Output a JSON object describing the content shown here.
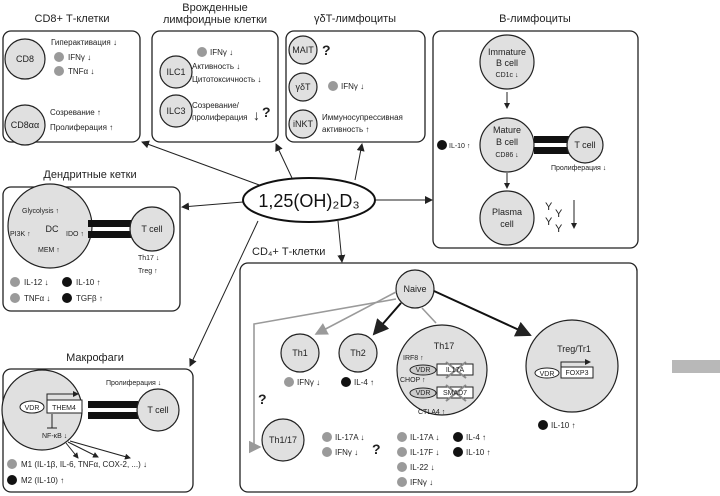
{
  "center": {
    "label": "1,25(OH)₂D₃"
  },
  "cd8": {
    "title": "CD8+ Т-клетки",
    "cell1": "CD8",
    "cell2": "CD8αα",
    "hyper": "Гиперактивация ↓",
    "ifn": "IFNγ ↓",
    "tnf": "TNFα ↓",
    "mat": "Созревание ↑",
    "prolif": "Пролиферация ↑"
  },
  "ilc": {
    "title1": "Врожденные",
    "title2": "лимфоидные клетки",
    "cell1": "ILC1",
    "cell2": "ILC3",
    "ifn": "IFNγ ↓",
    "act": "Активность ↓",
    "cyto": "Цитотоксичность ↓",
    "mat1": "Созревание/",
    "mat2": "пролиферация",
    "arrow": "↓",
    "q": "?"
  },
  "gd": {
    "title": "γδT-лимфоциты",
    "cell1": "MAIT",
    "cell2": "γδT",
    "cell3": "iNKT",
    "q": "?",
    "ifn": "IFNγ ↓",
    "supp1": "Иммуносупрессивная",
    "supp2": "активность ↑"
  },
  "b": {
    "title": "B-лимфоциты",
    "imm1": "Immature",
    "imm2": "B cell",
    "imm3": "CD1c ↓",
    "mat1": "Mature",
    "mat2": "B cell",
    "mat3": "CD86 ↓",
    "tcell": "T cell",
    "il10": "IL-10 ↑",
    "prolif": "Пролиферация ↓",
    "plasma1": "Plasma",
    "plasma2": "cell",
    "antibody": "Y"
  },
  "dc": {
    "title": "Дендритные кетки",
    "cell": "DC",
    "glyco": "Glycolysis ↑",
    "pi3k": "PI3K ↑",
    "ido": "IDO ↑",
    "mem": "MEM ↑",
    "tcell": "T cell",
    "th17": "Th17 ↓",
    "treg": "Treg ↑",
    "il12": "IL-12 ↓",
    "il10": "IL-10 ↑",
    "tnf": "TNFα ↓",
    "tgf": "TGFβ ↑"
  },
  "mac": {
    "title": "Макрофаги",
    "prolif": "Пролиферация ↓",
    "vdr": "VDR",
    "gene": "THEM4",
    "nfkb": "NF-κB ↓",
    "tcell": "T cell",
    "m1": "M1 (IL-1β, IL-6, TNFα, COX-2, ...) ↓",
    "m2": "M2 (IL-10) ↑"
  },
  "cd4": {
    "title": "CD₄+ Т-клетки",
    "naive": "Naive",
    "th1": "Th1",
    "th2": "Th2",
    "th17": "Th17",
    "treg": "Treg/Tr1",
    "th117": "Th1/17",
    "q": "?",
    "th1_ifn": "IFNγ ↓",
    "th2_il4": "IL-4 ↑",
    "irf8": "IRF8 ↑",
    "chop": "CHOP ↑",
    "ctla4": "CTLA4 ↑",
    "vdr": "VDR",
    "il17a_gene": "IL17A",
    "smad7": "SMAD7",
    "foxp3": "FOXP3",
    "th117_il17a": "IL-17A ↓",
    "th117_ifn": "IFNγ ↓",
    "th17_il17a": "IL-17A ↓",
    "th17_il17f": "IL-17F ↓",
    "th17_il22": "IL-22 ↓",
    "th17_ifn": "IFNγ ↓",
    "th17_il4": "IL-4 ↑",
    "th17_il10": "IL-10 ↑",
    "treg_il10": "IL-10 ↑"
  },
  "colors": {
    "decrease_dot": "#9a9a9a",
    "increase_dot": "#111111",
    "cell_fill": "#e0e0e0"
  }
}
